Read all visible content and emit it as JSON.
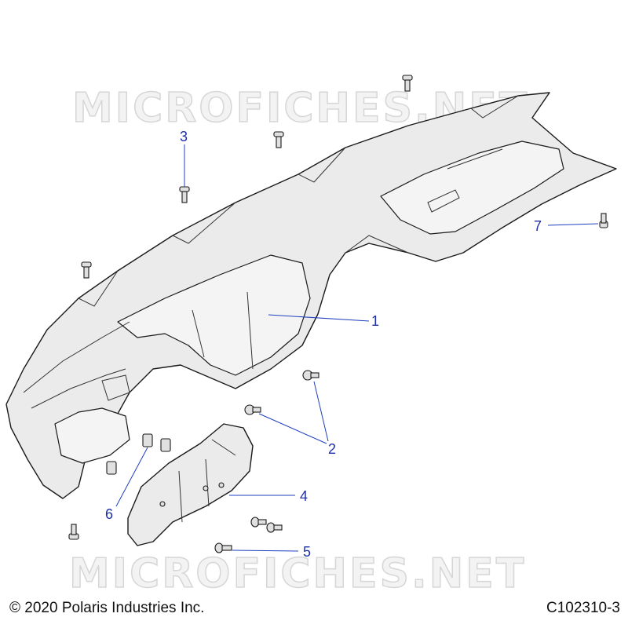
{
  "watermark": {
    "top": "MICROFICHES.NET",
    "bottom": "MICROFICHES.NET"
  },
  "callouts": {
    "c1": "1",
    "c2": "2",
    "c3": "3",
    "c4": "4",
    "c5": "5",
    "c6": "6",
    "c7": "7"
  },
  "footer": {
    "copyright": "© 2020 Polaris Industries Inc.",
    "diagram_id": "C102310-3"
  },
  "colors": {
    "callout": "#1f2fa8",
    "line": "#1a1a1a"
  }
}
